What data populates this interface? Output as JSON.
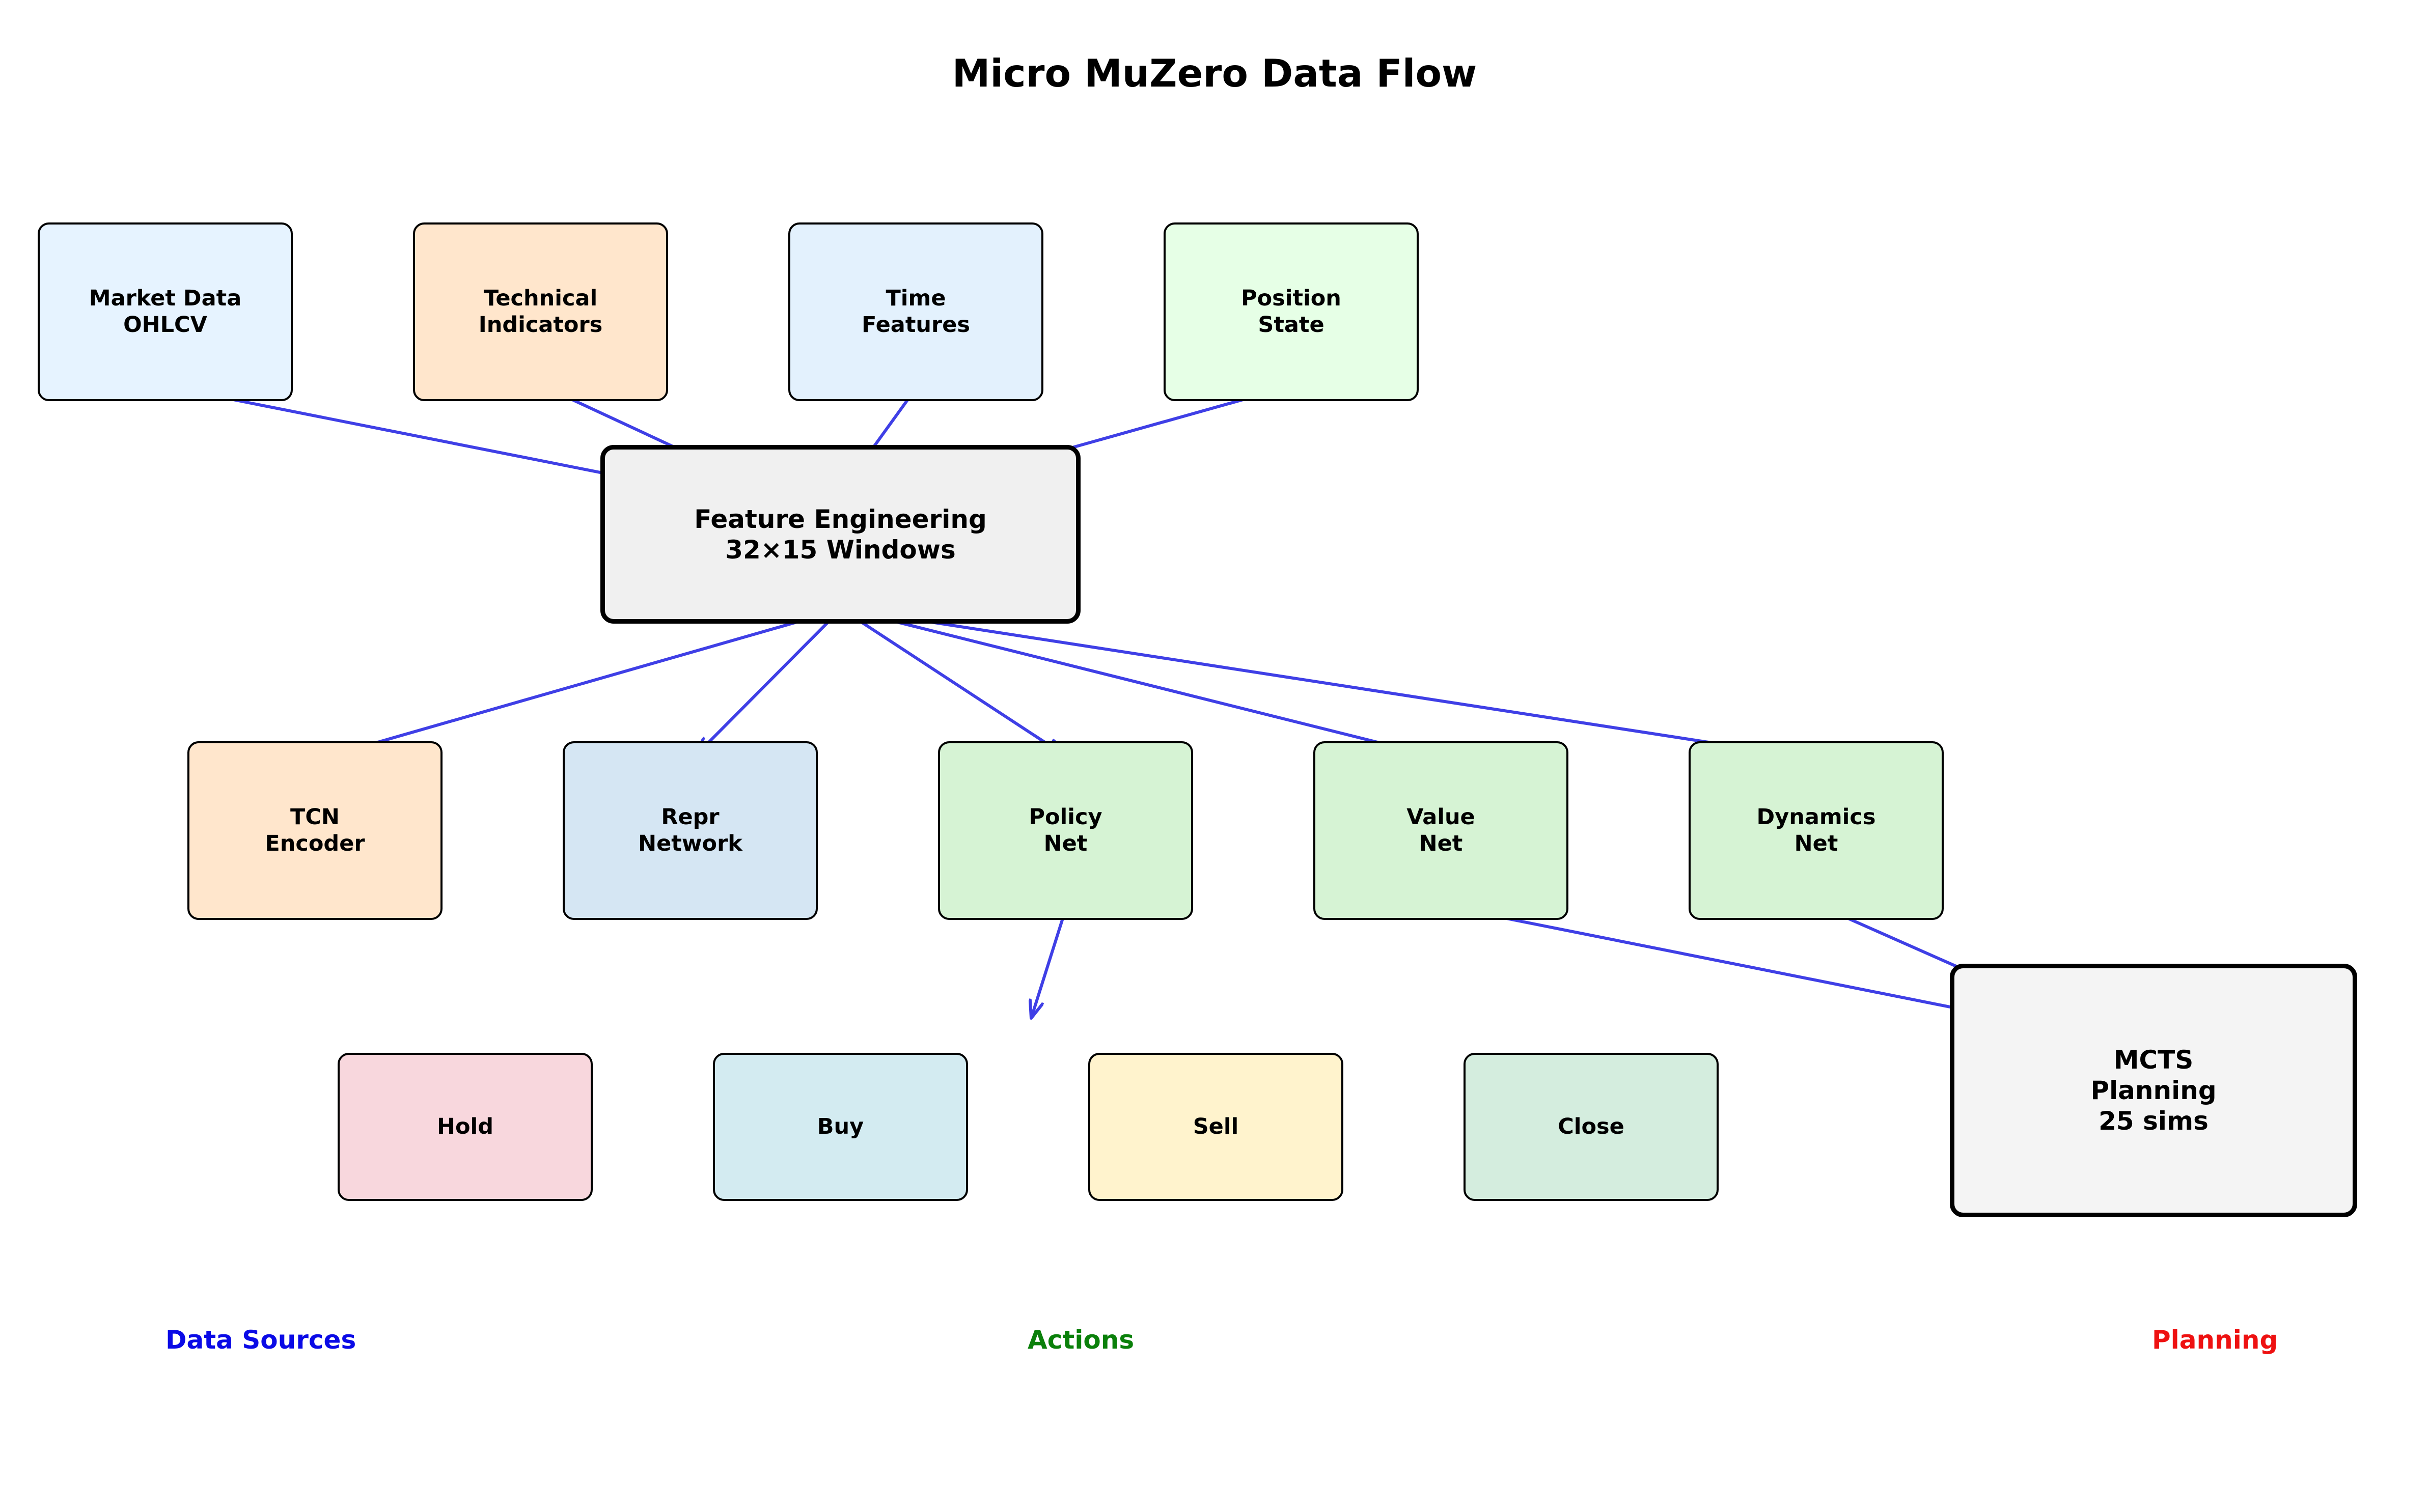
{
  "title": "Micro MuZero Data Flow",
  "colors": {
    "arrow": "#3f3fe6",
    "box_border": "#000000",
    "data_sources": "#0a0ae6",
    "actions": "#0a800a",
    "planning": "#ee1111"
  },
  "nodes": {
    "market_data": {
      "label": "Market Data\nOHLCV",
      "fill": "#e6f3ff"
    },
    "technical_indicators": {
      "label": "Technical\nIndicators",
      "fill": "#ffe6cc"
    },
    "time_features": {
      "label": "Time\nFeatures",
      "fill": "#e3f1fd"
    },
    "position_state": {
      "label": "Position\nState",
      "fill": "#e6ffe6"
    },
    "feature_engineering": {
      "label": "Feature Engineering\n32×15 Windows",
      "fill": "#f0f0f0"
    },
    "tcn_encoder": {
      "label": "TCN\nEncoder",
      "fill": "#ffe6cc"
    },
    "repr_network": {
      "label": "Repr\nNetwork",
      "fill": "#d5e6f3"
    },
    "policy_net": {
      "label": "Policy\nNet",
      "fill": "#d6f3d4"
    },
    "value_net": {
      "label": "Value\nNet",
      "fill": "#d6f3d4"
    },
    "dynamics_net": {
      "label": "Dynamics\nNet",
      "fill": "#d6f3d4"
    },
    "hold": {
      "label": "Hold",
      "fill": "#f8d7dd"
    },
    "buy": {
      "label": "Buy",
      "fill": "#d3ebf1"
    },
    "sell": {
      "label": "Sell",
      "fill": "#fff3cd"
    },
    "close": {
      "label": "Close",
      "fill": "#d4edde"
    },
    "mcts_planning": {
      "label": "MCTS\nPlanning\n25 sims",
      "fill": "#f4f4f4"
    }
  },
  "footer": {
    "data_sources": "Data Sources",
    "actions": "Actions",
    "planning": "Planning"
  }
}
